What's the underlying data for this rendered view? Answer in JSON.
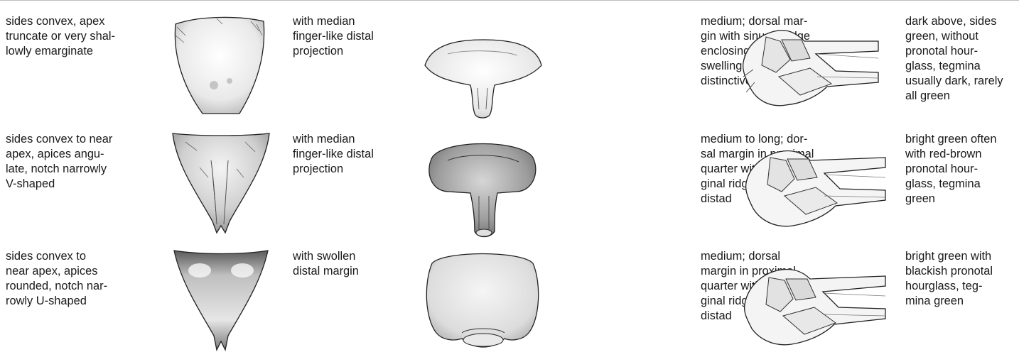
{
  "rows": [
    {
      "apex_text": "sides convex, apex\ntruncate or very shal-\nlowly emarginate",
      "projection_text": "with median\nfinger-like distal\nprojection",
      "description_text": "medium; dorsal mar-\ngin with sinuate ridge\nenclosing long low\nswelling separated by\ndistinctive channel",
      "coloration_text": "dark above, sides\ngreen, without\npronotal hour-\nglass, tegmina\nusually dark, rarely\nall green"
    },
    {
      "apex_text": "sides convex to near\napex, apices angu-\nlate, notch narrowly\nV-shaped",
      "projection_text": "with median\nfinger-like distal\nprojection",
      "description_text": "medium to long; dor-\nsal margin in proximal\nquarter with submar-\nginal ridge tapering\ndistad",
      "coloration_text": "bright green often\nwith red-brown\npronotal hour-\nglass, tegmina\ngreen"
    },
    {
      "apex_text": "sides convex to\nnear apex, apices\nrounded, notch nar-\nrowly U-shaped",
      "projection_text": "with swollen\ndistal margin",
      "description_text": "medium; dorsal\nmargin in proximal\nquarter with submar-\nginal ridge tapering\ndistad",
      "coloration_text": "bright green with\nblackish pronotal\nhourglass, teg-\nmina green"
    }
  ]
}
